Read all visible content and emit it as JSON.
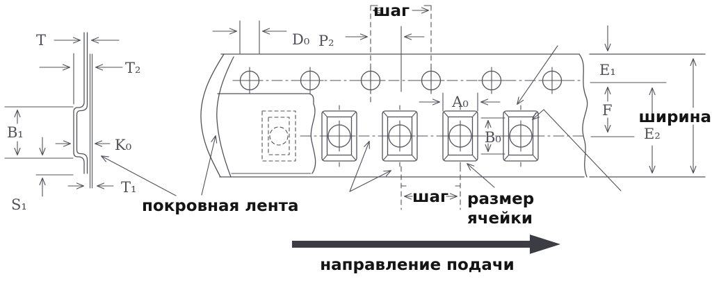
{
  "colors": {
    "line": "#50505a",
    "annotation": "#141414",
    "feed_arrow": "#3c3c45",
    "background": "#ffffff"
  },
  "cross_section": {
    "labels": {
      "T": "T",
      "T2": "T₂",
      "B1": "B₁",
      "K0": "K₀",
      "T1": "T₁",
      "S1": "S₁"
    }
  },
  "plan_view": {
    "labels": {
      "pitch_top": "шаг",
      "D0": "D₀",
      "P2": "P₂",
      "A0": "A₀",
      "B0": "B₀",
      "E1": "E₁",
      "F": "F",
      "E2": "E₂",
      "width": "ширина",
      "pitch_bottom": "шаг",
      "cell_size_line1": "размер",
      "cell_size_line2": "ячейки",
      "cover_tape": "покровная лента"
    },
    "sprocket_hole_count": 6,
    "pocket_count": 4
  },
  "footer": {
    "feed_direction": "направление подачи"
  }
}
